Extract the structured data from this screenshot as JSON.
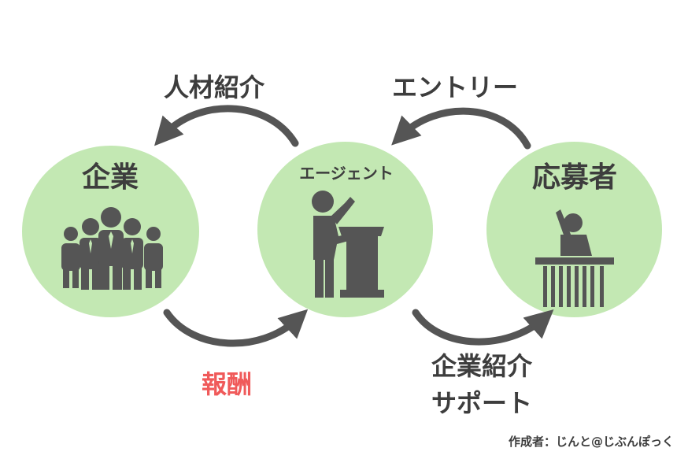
{
  "nodes": {
    "company": {
      "label": "企業"
    },
    "agent": {
      "label": "エージェント"
    },
    "applicant": {
      "label": "応募者"
    }
  },
  "flows": {
    "talent_introduction": "人材紹介",
    "entry": "エントリー",
    "reward": "報酬",
    "company_intro_line1": "企業紹介",
    "company_intro_line2": "サポート"
  },
  "credit": "作成者：じんと@じぶんぽっく",
  "colors": {
    "circle_fill": "#c3e8b3",
    "icon_gray": "#555555",
    "arrow_gray": "#555555",
    "text_dark": "#3d3d3d",
    "reward_red": "#f05a5a"
  }
}
